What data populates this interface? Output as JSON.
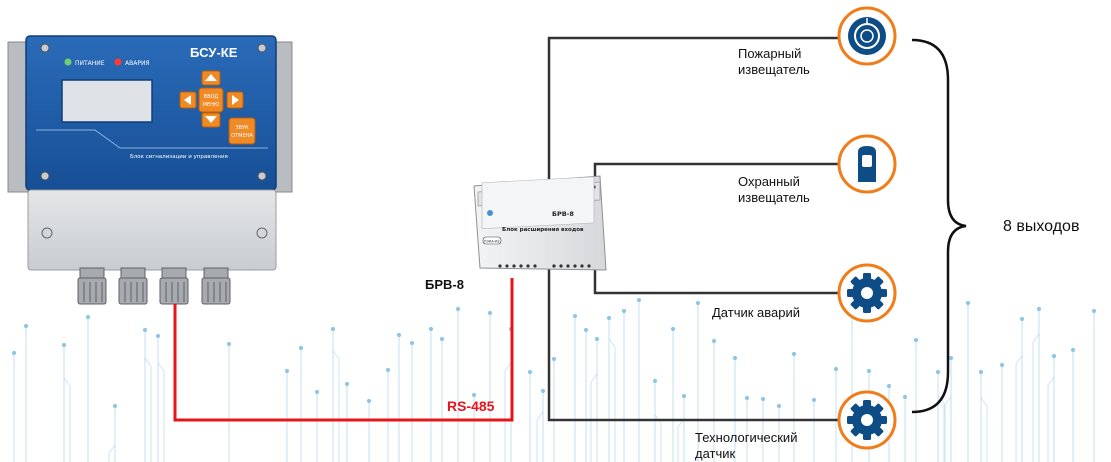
{
  "bsu": {
    "title": "БСУ-КЕ",
    "led_power": "ПИТАНИЕ",
    "led_alarm": "АВАРИЯ",
    "btn_enter_line1": "ВВОД",
    "btn_enter_line2": "МЕНЮ",
    "btn_cancel_line1": "ЗВУК",
    "btn_cancel_line2": "ОТМЕНА",
    "subtitle": "Блок сигнализации и управления"
  },
  "brv": {
    "label": "БРВ-8",
    "front_model": "БРВ-8",
    "front_title": "Блок расширения входов",
    "badge": "РЭКА-КЕ"
  },
  "bus_label": "RS-485",
  "outputs_label": "8 выходов",
  "sensors": [
    {
      "line1": "Пожарный",
      "line2": "извещатель",
      "icon": "smoke-detector-icon"
    },
    {
      "line1": "Охранный",
      "line2": "извещатель",
      "icon": "motion-sensor-icon"
    },
    {
      "line1": "Датчик аварий",
      "line2": "",
      "icon": "gear-icon"
    },
    {
      "line1": "Технологический",
      "line2": "датчик",
      "icon": "gear-icon"
    }
  ],
  "colors": {
    "bus": "#e8141b",
    "wire": "#333333",
    "icon_ring": "#f07d1a",
    "icon_fill": "#0e4c86",
    "panel": "#1a5aa6",
    "button": "#f08a24",
    "circuit": "#8fc6e6"
  }
}
